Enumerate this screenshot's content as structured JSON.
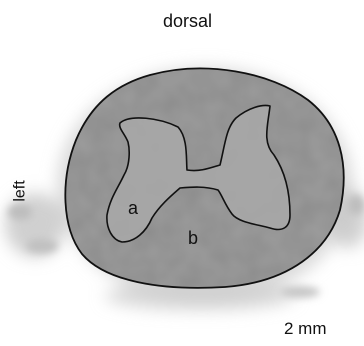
{
  "labels": {
    "orientation_top": "dorsal",
    "orientation_side": "left",
    "region_a": "a",
    "region_b": "b",
    "scale": "2 mm"
  },
  "colors": {
    "background": "#ffffff",
    "white_matter": "#8c8c8c",
    "gray_matter": "#a6a6a6",
    "outline": "#111111",
    "halo": "#c4c4c4"
  }
}
